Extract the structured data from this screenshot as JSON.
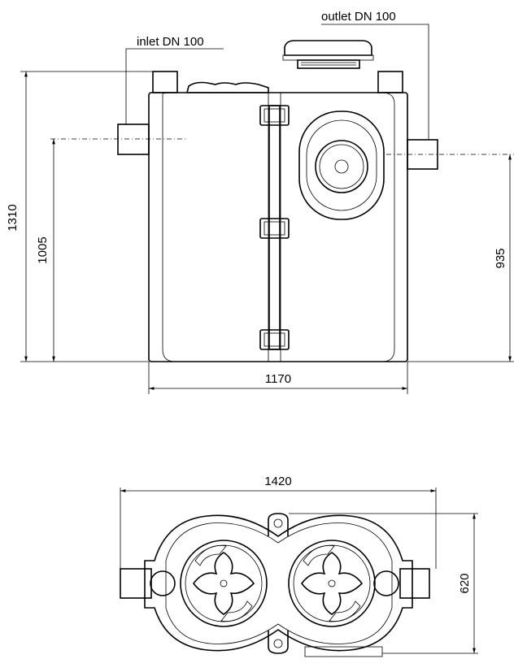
{
  "labels": {
    "inlet": "inlet DN 100",
    "outlet": "outlet DN 100"
  },
  "dimensions": {
    "height_total": "1310",
    "height_inlet": "1005",
    "height_outlet": "935",
    "width_side": "1170",
    "width_top": "1420",
    "depth_top": "620"
  }
}
